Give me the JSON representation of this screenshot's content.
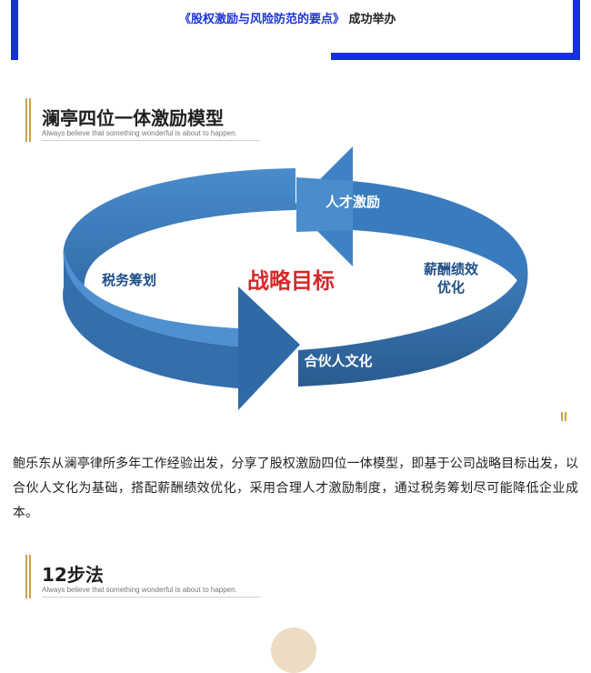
{
  "banner": {
    "highlight": "《股权激励与风险防范的要点》",
    "suffix": "成功举办"
  },
  "section1": {
    "title": "澜亭四位一体激励模型",
    "subtitle": "Always believe that something wonderful is about to happen."
  },
  "diagram": {
    "center": "战略目标",
    "labels": {
      "talent": "人才激励",
      "pay_line1": "薪酬绩效",
      "pay_line2": "优化",
      "partner": "合伙人文化",
      "tax": "税务筹划"
    },
    "colors": {
      "arrow": "#3f80bf",
      "arrow_dark": "#2c5f94",
      "center_text": "#d42a2a",
      "label_dark": "#1f4f86",
      "label_light": "#ffffff"
    }
  },
  "paragraph": "鲍乐东从澜亭律所多年工作经验出发，分享了股权激励四位一体模型，即基于公司战略目标出发，以合伙人文化为基础，搭配薪酬绩效优化，采用合理人才激励制度，通过税务筹划尽可能降低企业成本。",
  "section2": {
    "title": "12步法",
    "subtitle": "Always believe that something wonderful is about to happen."
  }
}
